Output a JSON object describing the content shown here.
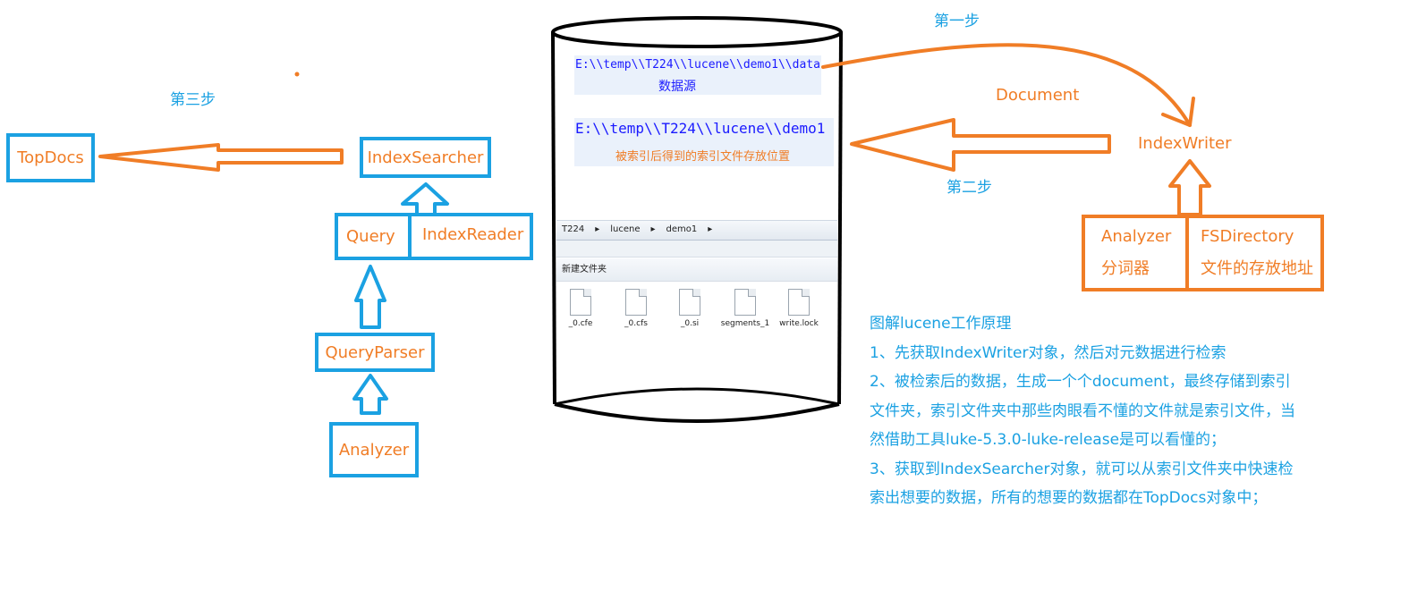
{
  "steps": {
    "step1": "第一步",
    "step2": "第二步",
    "step3": "第三步"
  },
  "database": {
    "data_path": "E:\\\\temp\\\\T224\\\\lucene\\\\demo1\\\\data",
    "data_caption": "数据源",
    "index_path": "E:\\\\temp\\\\T224\\\\lucene\\\\demo1",
    "index_caption": "被索引后得到的索引文件存放位置"
  },
  "explorer": {
    "breadcrumb": [
      "T224",
      "▸",
      "lucene",
      "▸",
      "demo1",
      "▸"
    ],
    "new_folder": "新建文件夹",
    "files": [
      "_0.cfe",
      "_0.cfs",
      "_0.si",
      "segments_1",
      "write.lock"
    ]
  },
  "write_side": {
    "document_label": "Document",
    "indexwriter_label": "IndexWriter",
    "analyzer_label": "Analyzer",
    "analyzer_sub": "分词器",
    "fsdirectory_label": "FSDirectory",
    "fsdirectory_sub": "文件的存放地址"
  },
  "search_side": {
    "topdocs": "TopDocs",
    "indexsearcher": "IndexSearcher",
    "query": "Query",
    "indexreader": "IndexReader",
    "queryparser": "QueryParser",
    "analyzer": "Analyzer"
  },
  "description": {
    "title": "图解lucene工作原理",
    "lines": [
      "1、先获取IndexWriter对象，然后对元数据进行检索",
      "2、被检索后的数据，生成一个个document，最终存储到索引",
      "文件夹，索引文件夹中那些肉眼看不懂的文件就是索引文件，当",
      "然借助工具luke-5.3.0-luke-release是可以看懂的；",
      "3、获取到IndexSearcher对象，就可以从索引文件夹中快速检",
      "索出想要的数据，所有的想要的数据都在TopDocs对象中；"
    ]
  },
  "colors": {
    "orange": "#f07d26",
    "blue": "#1ba1e2",
    "path_blue": "#1a1aff"
  }
}
